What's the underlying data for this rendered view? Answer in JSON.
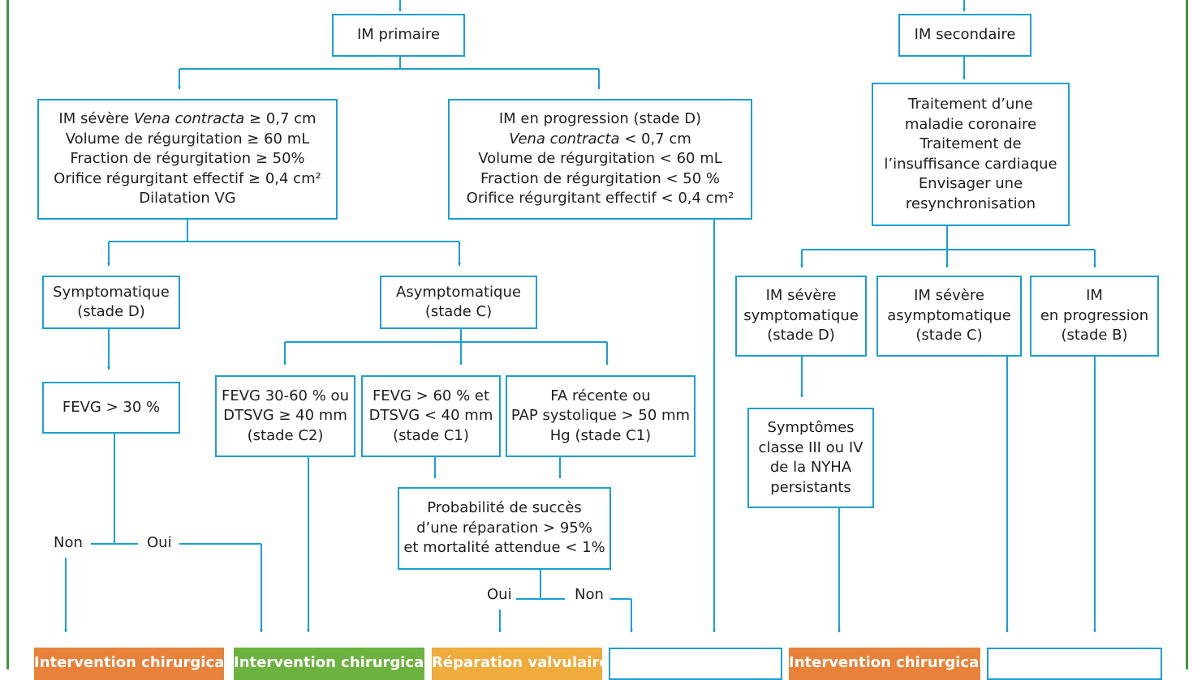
{
  "boxes": {
    "im_primaire": [
      "IM primaire"
    ],
    "im_secondaire": [
      "IM secondaire"
    ],
    "im_severe_primary": [
      "IM sévère |Vena contracta| ≥ 0,7 cm",
      "Volume de régurgitation ≥ 60 mL",
      "Fraction de régurgitation ≥ 50%",
      "Orifice régurgitant effectif ≥ 0,4 cm²",
      "Dilatation VG"
    ],
    "im_progression_primary": [
      "IM en progression (stade D)",
      "|Vena contracta| < 0,7 cm",
      "Volume de régurgitation < 60 mL",
      "Fraction de régurgitation < 50 %",
      "Orifice régurgitant effectif < 0,4 cm²"
    ],
    "traitement": [
      "Traitement d’une",
      "maladie coronaire",
      "Traitement de",
      "l’insuffisance cardiaque",
      "Envisager une",
      "resynchronisation"
    ],
    "symptomatique": [
      "Symptomatique",
      "(stade D)"
    ],
    "asymptomatique": [
      "Asymptomatique",
      "(stade C)"
    ],
    "sec_severe_symp": [
      "IM sévère",
      "symptomatique",
      "(stade D)"
    ],
    "sec_severe_asymp": [
      "IM sévère",
      "asymptomatique",
      "(stade C)"
    ],
    "sec_progression": [
      "IM",
      "en progression",
      "(stade B)"
    ],
    "fevg_30": [
      "FEVG > 30 %"
    ],
    "fevg_30_60": [
      "FEVG 30-60 % ou",
      "DTSVG ≥ 40 mm",
      "(stade C2)"
    ],
    "fevg_60": [
      "FEVG > 60 % et",
      "DTSVG < 40 mm",
      "(stade C1)"
    ],
    "fa_recente": [
      "FA récente ou",
      "PAP systolique > 50 mm",
      "Hg (stade C1)"
    ],
    "probabilite": [
      "Probabilité de succès",
      "d’une réparation > 95%",
      "et mortalité attendue < 1%"
    ],
    "symptomes": [
      "Symptômes",
      "classe III ou IV",
      "de la NYHA",
      "persistants"
    ]
  },
  "labels": {
    "non_left": "Non",
    "oui_left": "Oui",
    "oui_mid": "Oui",
    "non_mid": "Non"
  },
  "bottom_boxes": [
    {
      "text": "Intervention chirurgicale",
      "color": "#e8813a"
    },
    {
      "text": "Intervention chirurgicale",
      "color": "#6bb23f"
    },
    {
      "text": "Réparation valvulaire",
      "color": "#efab3c"
    },
    {
      "text": "",
      "color": "#ffffff"
    },
    {
      "text": "Intervention chirurgicale",
      "color": "#e8813a"
    },
    {
      "text": "",
      "color": "#ffffff"
    }
  ]
}
